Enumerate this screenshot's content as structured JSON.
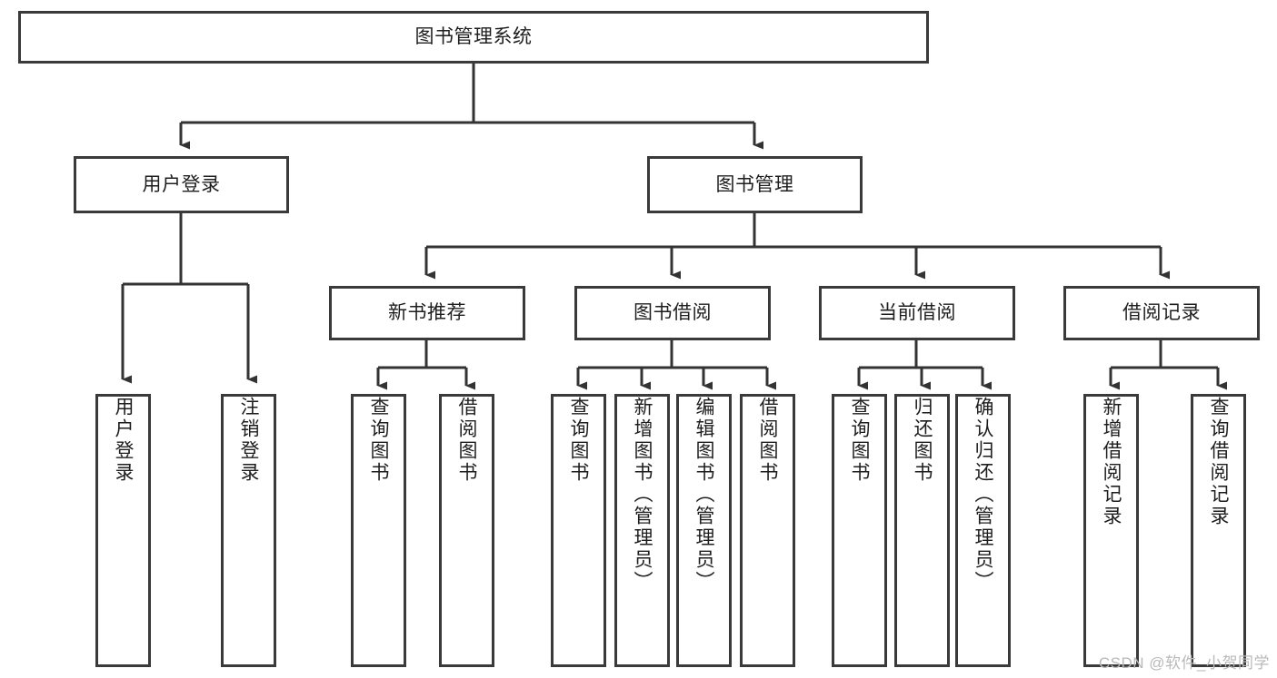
{
  "diagram": {
    "title": "图书管理系统",
    "type": "tree",
    "colors": {
      "border": "#3a3a3a",
      "background": "#ffffff",
      "text": "#1e1e1e",
      "connector": "#333333",
      "watermark": "#b9b9b9"
    },
    "watermark": "CSDN @软件_小贺同学",
    "levels": {
      "root": {
        "label": "图书管理系统"
      },
      "level2": [
        {
          "label": "用户登录"
        },
        {
          "label": "图书管理"
        }
      ],
      "level3": [
        {
          "label": "新书推荐"
        },
        {
          "label": "图书借阅"
        },
        {
          "label": "当前借阅"
        },
        {
          "label": "借阅记录"
        }
      ],
      "leaves": [
        {
          "label": "用户登录",
          "parent": "用户登录"
        },
        {
          "label": "注销登录",
          "parent": "用户登录"
        },
        {
          "label": "查询图书",
          "parent": "新书推荐"
        },
        {
          "label": "借阅图书",
          "parent": "新书推荐"
        },
        {
          "label": "查询图书",
          "parent": "图书借阅"
        },
        {
          "label": "新增图书（管理员）",
          "parent": "图书借阅"
        },
        {
          "label": "编辑图书（管理员）",
          "parent": "图书借阅"
        },
        {
          "label": "借阅图书",
          "parent": "图书借阅"
        },
        {
          "label": "查询图书",
          "parent": "当前借阅"
        },
        {
          "label": "归还图书",
          "parent": "当前借阅"
        },
        {
          "label": "确认归还（管理员）",
          "parent": "当前借阅"
        },
        {
          "label": "新增借阅记录",
          "parent": "借阅记录"
        },
        {
          "label": "查询借阅记录",
          "parent": "借阅记录"
        }
      ]
    }
  }
}
